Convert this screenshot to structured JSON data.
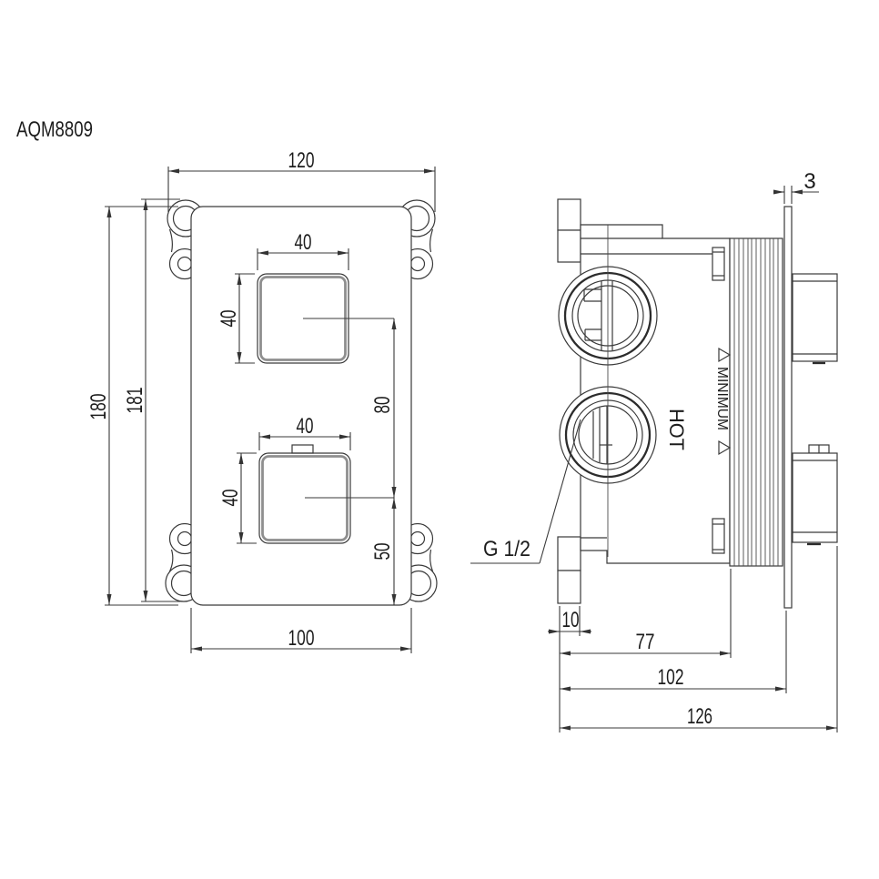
{
  "title": "AQM8809",
  "front_view": {
    "overall_width": "120",
    "overall_height": "180",
    "mounting_height": "181",
    "handle1_width": "40",
    "handle1_height": "40",
    "handle2_width": "40",
    "handle2_height": "40",
    "handle_spacing": "80",
    "handle_bottom_offset": "50",
    "plate_width": "100"
  },
  "side_view": {
    "wall_plate_thickness": "3",
    "connection_thread": "G 1/2",
    "flange_depth": "10",
    "body_depth": "77",
    "wall_depth": "102",
    "total_depth": "126",
    "hot_marking": "HOT",
    "minimum_marking": "MINIMUM"
  }
}
